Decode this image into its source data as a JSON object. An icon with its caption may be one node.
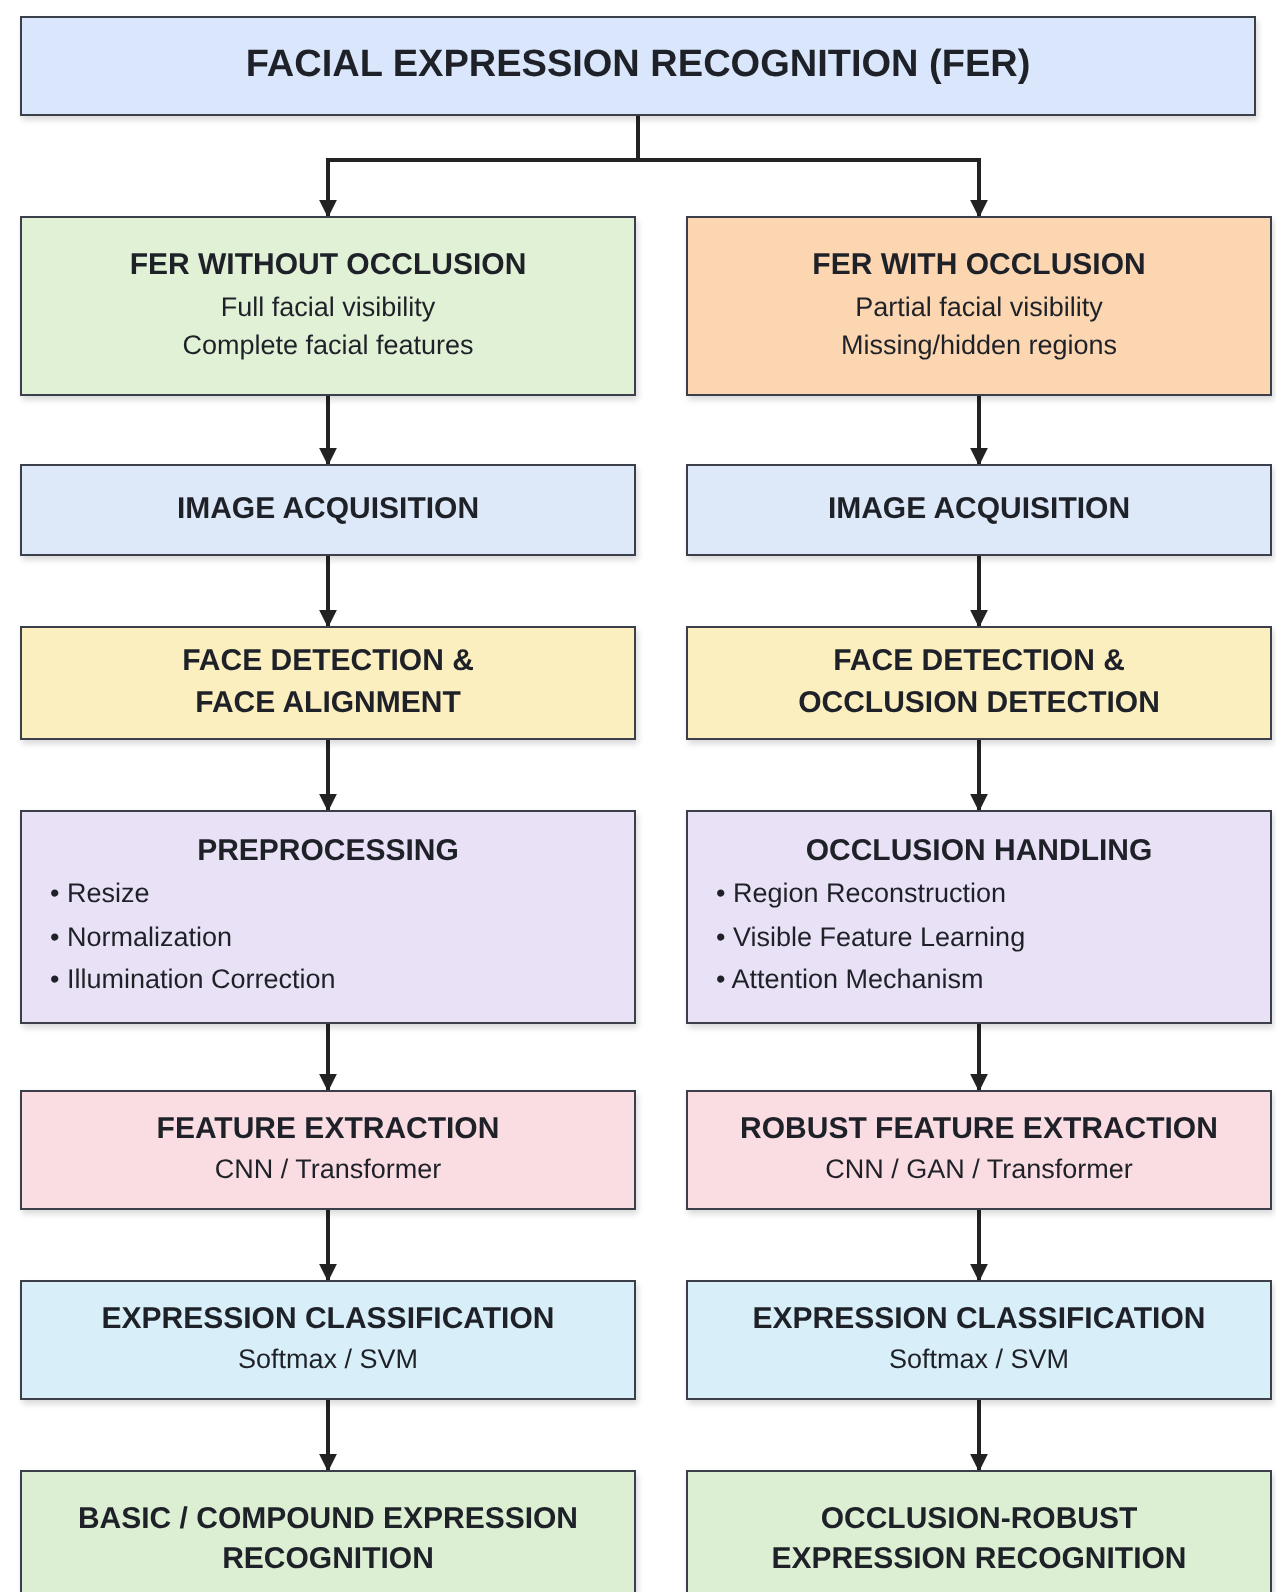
{
  "diagram": {
    "nodes": [
      {
        "text": [
          "FACIAL EXPRESSION RECOGNITION (FER)"
        ]
      },
      {
        "text": [
          "FER WITHOUT OCCLUSION",
          "Full facial visibility",
          "Complete facial features"
        ]
      },
      {
        "text": [
          "IMAGE ACQUISITION"
        ]
      },
      {
        "text": [
          "FACE DETECTION & FACE ALIGNMENT"
        ]
      },
      {
        "text": [
          "PREPROCESSING",
          "• Resize",
          "• Normalization",
          "• Illumination Correction"
        ]
      },
      {
        "text": [
          "FEATURE EXTRACTION",
          "CNN / Transformer"
        ]
      },
      {
        "text": [
          "EXPRESSION CLASSIFICATION",
          "Softmax / SVM"
        ]
      },
      {
        "text": [
          "BASIC / COMPOUND EXPRESSION RECOGNITION"
        ]
      },
      {
        "text": [
          "FER WITH OCCLUSION",
          "Partial facial visibility",
          "Missing/hidden regions"
        ]
      },
      {
        "text": [
          "IMAGE ACQUISITION"
        ]
      },
      {
        "text": [
          "FACE DETECTION & OCCLUSION DETECTION"
        ]
      },
      {
        "text": [
          "OCCLUSION HANDLING",
          "• Region Reconstruction",
          "• Visible Feature Learning",
          "• Attention Mechanism"
        ]
      },
      {
        "text": [
          "ROBUST FEATURE EXTRACTION",
          "CNN / GAN / Transformer"
        ]
      },
      {
        "text": [
          "EXPRESSION CLASSIFICATION",
          "Softmax / SVM"
        ]
      },
      {
        "text": [
          "OCCLUSION-ROBUST EXPRESSION RECOGNITION"
        ]
      }
    ],
    "edges": [
      {
        "from": 0,
        "to": 1,
        "arrow": "to"
      },
      {
        "from": 0,
        "to": 8,
        "arrow": "to"
      },
      {
        "from": 1,
        "to": 2,
        "arrow": "to"
      },
      {
        "from": 2,
        "to": 3,
        "arrow": "to"
      },
      {
        "from": 3,
        "to": 4,
        "arrow": "to"
      },
      {
        "from": 4,
        "to": 5,
        "arrow": "to"
      },
      {
        "from": 5,
        "to": 6,
        "arrow": "to"
      },
      {
        "from": 6,
        "to": 7,
        "arrow": "to"
      },
      {
        "from": 8,
        "to": 9,
        "arrow": "to"
      },
      {
        "from": 9,
        "to": 10,
        "arrow": "to"
      },
      {
        "from": 10,
        "to": 11,
        "arrow": "to"
      },
      {
        "from": 11,
        "to": 12,
        "arrow": "to"
      },
      {
        "from": 12,
        "to": 13,
        "arrow": "to"
      },
      {
        "from": 13,
        "to": 14,
        "arrow": "to"
      }
    ]
  }
}
